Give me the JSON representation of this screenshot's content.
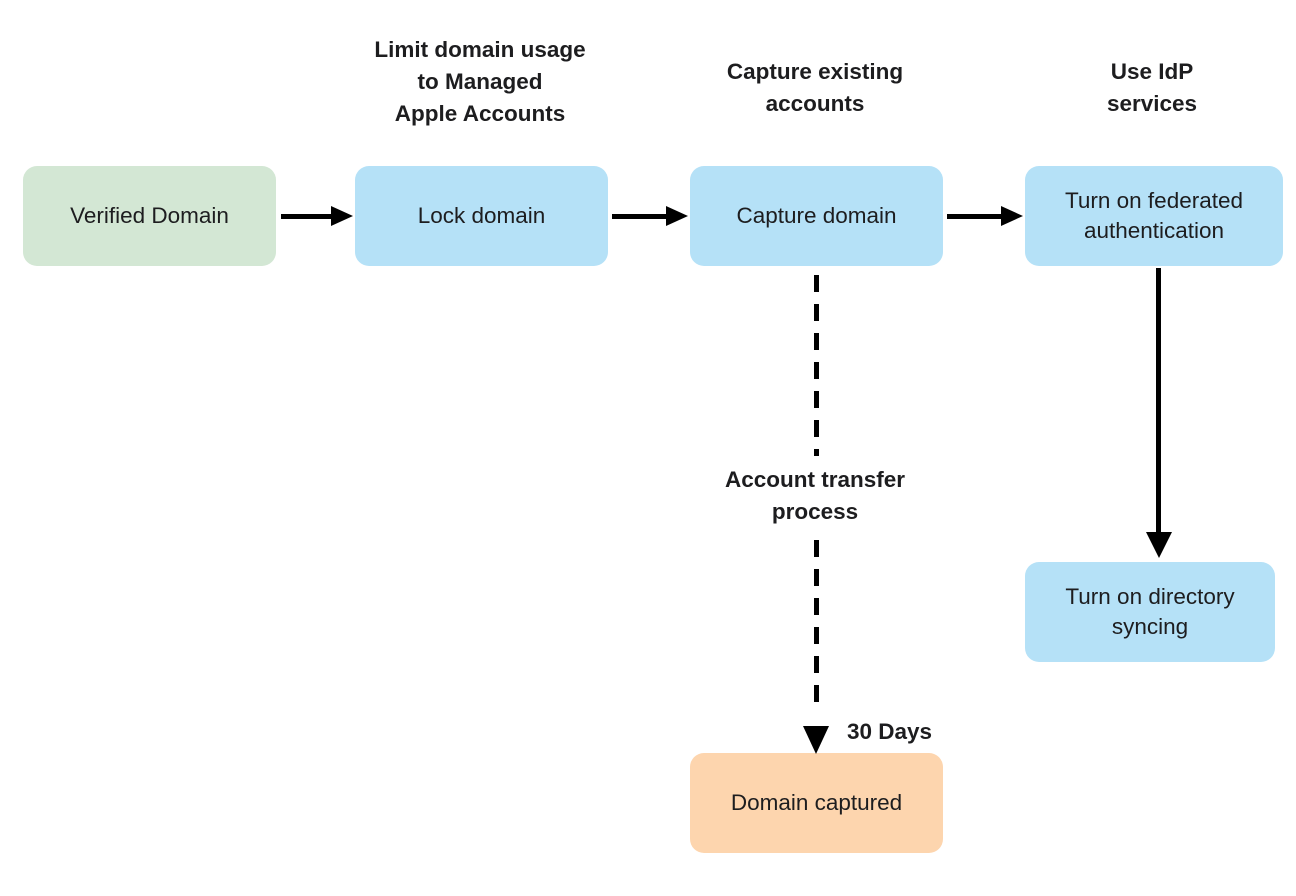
{
  "flowchart": {
    "background": "#ffffff",
    "text_color": "#1d1d1f",
    "arrow_color": "#000000",
    "captions": {
      "lock": "Limit domain usage\nto Managed\nApple Accounts",
      "capture": "Capture existing\naccounts",
      "idp": "Use IdP\nservices"
    },
    "nodes": {
      "verified_domain": {
        "label": "Verified Domain",
        "fill": "#d3e7d4"
      },
      "lock_domain": {
        "label": "Lock domain",
        "fill": "#b5e1f7"
      },
      "capture_domain": {
        "label": "Capture domain",
        "fill": "#b5e1f7"
      },
      "federated_auth": {
        "label": "Turn on federated\nauthentication",
        "fill": "#b5e1f7"
      },
      "directory_syncing": {
        "label": "Turn on directory\nsyncing",
        "fill": "#b5e1f7"
      },
      "domain_captured": {
        "label": "Domain captured",
        "fill": "#fdd5ae"
      }
    },
    "edge_labels": {
      "account_transfer": "Account transfer\nprocess",
      "duration": "30 Days"
    }
  }
}
